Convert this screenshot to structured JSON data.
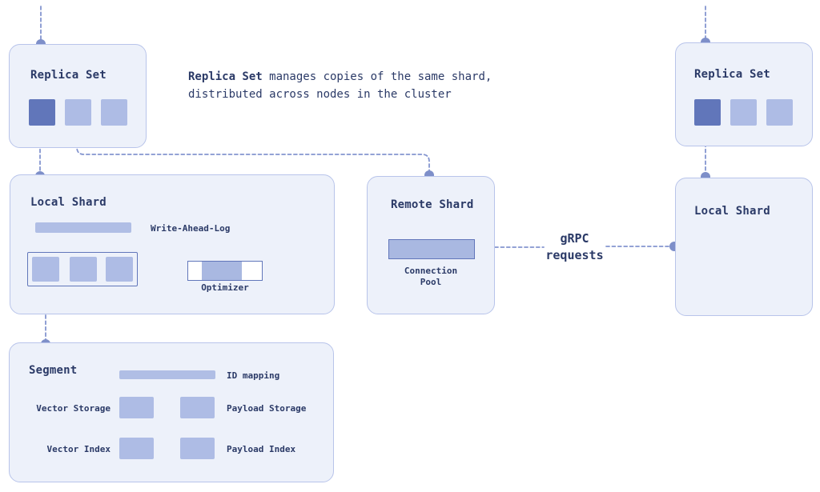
{
  "colors": {
    "canvas_bg": "#ffffff",
    "box_fill": "#edf1fa",
    "box_border": "#b8c4ea",
    "accent_dark": "#6176ba",
    "accent_light": "#aebce5",
    "bar_fill": "#b0bee5",
    "pool_fill": "#a9b8e1",
    "dash": "#8495cf",
    "dot": "#7e8fc9",
    "text": "#2b3a67"
  },
  "annotation": {
    "lead": "Replica Set",
    "line1_rest": " manages copies of the same shard,",
    "line2": "distributed across nodes in the cluster"
  },
  "replica_set_left": {
    "title": "Replica Set"
  },
  "replica_set_right": {
    "title": "Replica Set"
  },
  "local_shard_left": {
    "title": "Local Shard",
    "wal_label": "Write-Ahead-Log",
    "optimizer_label": "Optimizer"
  },
  "remote_shard": {
    "title": "Remote Shard",
    "pool_line1": "Connection",
    "pool_line2": "Pool"
  },
  "local_shard_right": {
    "title": "Local Shard"
  },
  "grpc_link": {
    "line1": "gRPC",
    "line2": "requests"
  },
  "segment": {
    "title": "Segment",
    "id_mapping_label": "ID mapping",
    "vector_storage_label": "Vector Storage",
    "payload_storage_label": "Payload Storage",
    "vector_index_label": "Vector Index",
    "payload_index_label": "Payload Index"
  }
}
